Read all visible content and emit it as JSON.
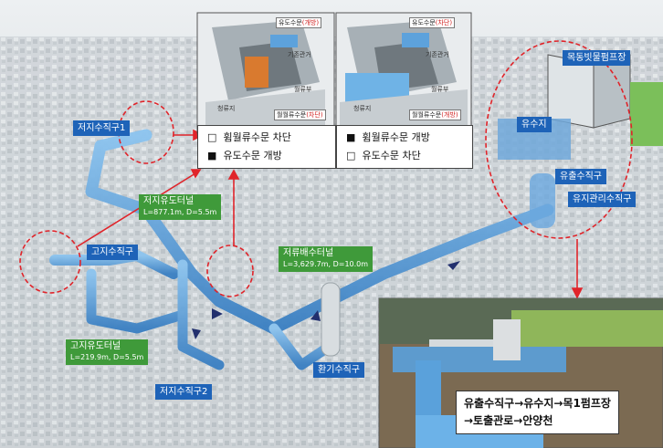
{
  "labels": {
    "low_shaft1": "저지수직구1",
    "low_tunnel_title": "저지유도터널",
    "low_tunnel_spec": "L=877.1m, D=5.5m",
    "high_shaft": "고지수직구",
    "high_tunnel_title": "고지유도터널",
    "high_tunnel_spec": "L=219.9m, D=5.5m",
    "low_shaft2": "저지수직구2",
    "storage_tunnel_title": "저류배수터널",
    "storage_tunnel_spec": "L=3,629.7m, D=10.0m",
    "vent_shaft": "환기수직구",
    "outflow_shaft": "유출수직구",
    "maintenance_shaft": "유지관리수직구",
    "reservoir": "유수지",
    "pump_station": "목동빗물펌프장"
  },
  "inset_left": {
    "gate_top": "유도수문",
    "gate_top_state": "(개방)",
    "existing_pipe": "기존관거",
    "overflow_weir": "월류부",
    "gate_bottom": "월월류수문",
    "gate_bottom_state": "(차단)",
    "ground": "청류지"
  },
  "inset_right": {
    "gate_top": "유도수문",
    "gate_top_state": "(차단)",
    "existing_pipe": "기존관거",
    "overflow_weir": "월류부",
    "gate_bottom": "월월류수문",
    "gate_bottom_state": "(개방)",
    "ground": "청류지"
  },
  "legend_left": {
    "line1_mark": "□",
    "line1_text": "휨월류수문 차단",
    "line2_mark": "■",
    "line2_text": "유도수문 개방"
  },
  "legend_right": {
    "line1_mark": "■",
    "line1_text": "휨월류수문 개방",
    "line2_mark": "□",
    "line2_text": "유도수문 차단"
  },
  "route_caption": {
    "line1": "유출수직구→유수지→목1펌프장",
    "line2": "→토출관로→안양천"
  },
  "colors": {
    "tunnel": "#4f95d6",
    "label_blue": "#1e63b8",
    "label_green": "#3f9a3a",
    "highlight_red": "#e0242a"
  }
}
